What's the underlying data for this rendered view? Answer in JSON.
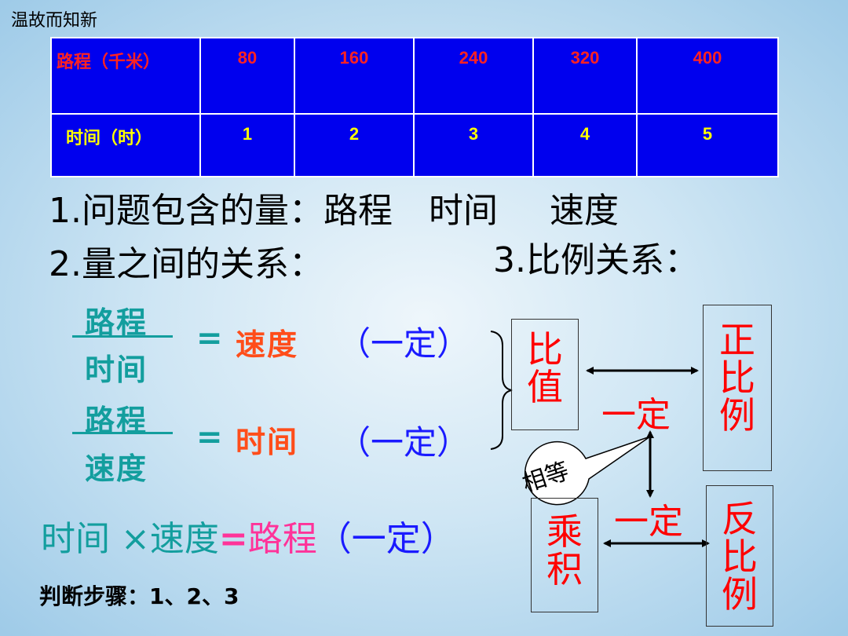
{
  "title": "温故而知新",
  "table": {
    "row1": {
      "header": "路程（千米）",
      "values": [
        "80",
        "160",
        "240",
        "320",
        "400"
      ]
    },
    "row2": {
      "header": "时间（时）",
      "values": [
        "1",
        "2",
        "3",
        "4",
        "5"
      ]
    }
  },
  "q1": {
    "text": "1.问题包含的量：路程",
    "t1": "时间",
    "t2": "速度"
  },
  "q2": "2.量之间的关系：",
  "q3": "3.比例关系：",
  "frac1": {
    "num": "路程",
    "den": "时间",
    "eq": "=",
    "result": "速度",
    "constant": "（一定）"
  },
  "frac2": {
    "num": "路程",
    "den": "速度",
    "eq": "=",
    "result": "时间",
    "constant": "（一定）"
  },
  "formula": {
    "a": "时间 ×",
    "b": "速度",
    "eq": "=",
    "c": "路程",
    "constant": "（一定）"
  },
  "steps": "判断步骤：1、2、3",
  "diagram": {
    "ratio": "比值",
    "product": "乘积",
    "direct": "正比例",
    "inverse": "反比例",
    "constant1": "一定",
    "constant2": "一定",
    "equal": "相等"
  },
  "colors": {
    "table_bg": "#0000ee",
    "teal": "#139e9e",
    "orange": "#ff4d1a",
    "blue": "#1a1aff",
    "red": "#ff0000",
    "pink": "#ff3399"
  }
}
